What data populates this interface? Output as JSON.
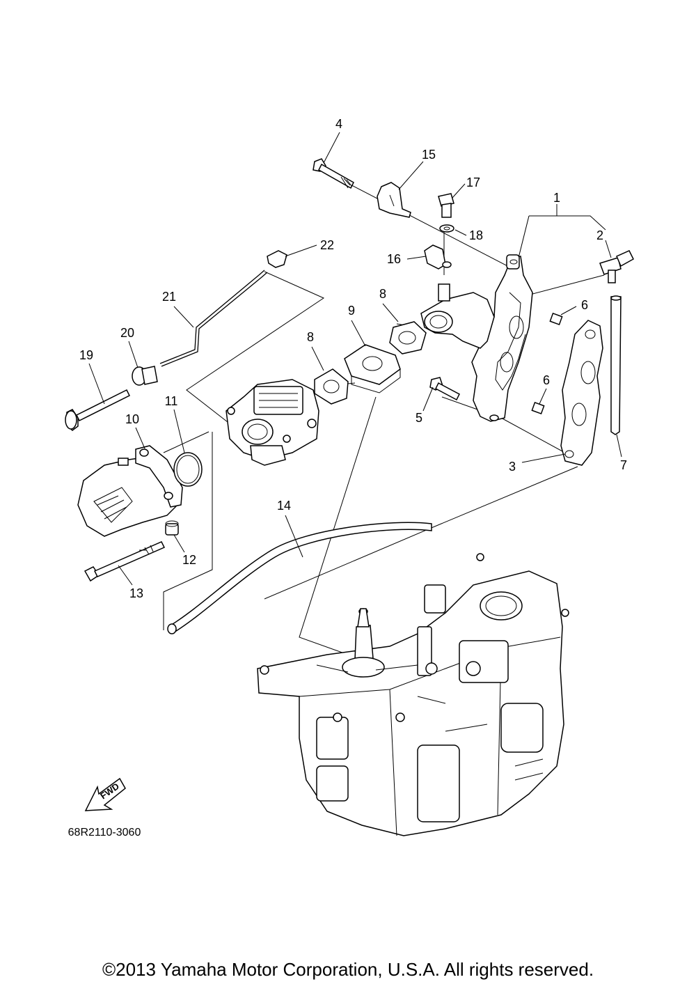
{
  "callouts": [
    "1",
    "2",
    "3",
    "4",
    "5",
    "6",
    "6",
    "7",
    "8",
    "8",
    "9",
    "10",
    "11",
    "12",
    "13",
    "14",
    "15",
    "16",
    "17",
    "18",
    "19",
    "20",
    "21",
    "22"
  ],
  "diagram_code": "68R2110-3060",
  "fwd_label": "FWD",
  "copyright": "©2013 Yamaha Motor Corporation, U.S.A. All rights reserved."
}
